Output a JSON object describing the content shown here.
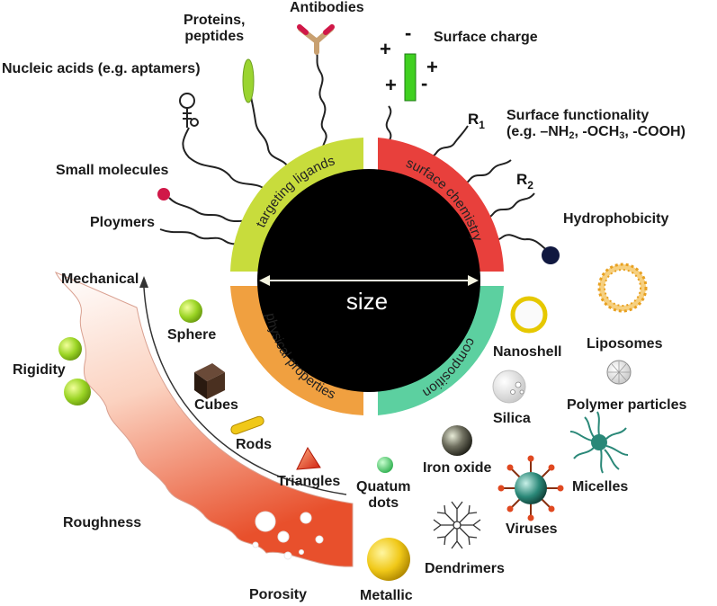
{
  "segments": {
    "targeting_ligands": "targeting ligands",
    "surface_chemistry": "surface chemistry",
    "physical_properties": "physical properties",
    "composition": "composition"
  },
  "core": {
    "size": "size"
  },
  "charge_signs": {
    "plus": "+",
    "minus": "-"
  },
  "groups": {
    "r1": "R",
    "r1_sub": "1",
    "r2": "R",
    "r2_sub": "2"
  },
  "labels": {
    "antibodies": "Antibodies",
    "proteins_line1": "Proteins,",
    "proteins_line2": "peptides",
    "nucleic_acids": "Nucleic acids (e.g. aptamers)",
    "surface_charge": "Surface charge",
    "surface_functionality_line1": "Surface functionality",
    "surface_functionality_line2_a": "(e.g. –NH",
    "surface_functionality_sub_a": "2",
    "surface_functionality_line2_b": ", -OCH",
    "surface_functionality_sub_b": "3",
    "surface_functionality_line2_c": ", -COOH)",
    "small_molecules": "Small molecules",
    "ploymers": "Ploymers",
    "hydrophobicity": "Hydrophobicity",
    "mechanical": "Mechanical",
    "sphere": "Sphere",
    "rigidity": "Rigidity",
    "cubes": "Cubes",
    "rods": "Rods",
    "triangles": "Triangles",
    "quatum_line1": "Quatum",
    "quatum_line2": "dots",
    "roughness": "Roughness",
    "porosity": "Porosity",
    "metallic": "Metallic",
    "nanoshell": "Nanoshell",
    "liposomes": "Liposomes",
    "silica": "Silica",
    "polymer_particles": "Polymer particles",
    "iron_oxide": "Iron oxide",
    "micelles": "Micelles",
    "viruses": "Viruses",
    "dendrimers": "Dendrimers"
  },
  "colors": {
    "targeting_ligands": "#c8dc3c",
    "surface_chemistry": "#e8403c",
    "physical_properties": "#f0a040",
    "composition": "#5cd0a0",
    "core": "#000000",
    "ligand_green": "#9ad430",
    "ligand_red": "#d01848",
    "charge_bar": "#40d020",
    "hydrophobic_dot": "#101840",
    "band_outer": "#e84020"
  }
}
